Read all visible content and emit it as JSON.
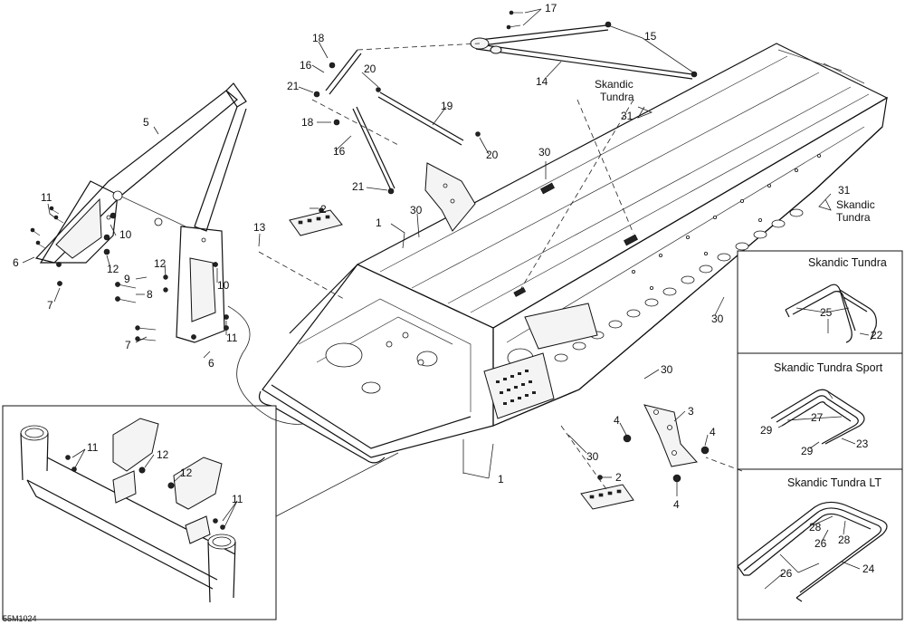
{
  "diagram_code": "55M1024",
  "insets": {
    "skandic_tundra": "Skandic Tundra",
    "skandic_tundra_sport": "Skandic Tundra Sport",
    "skandic_tundra_lt": "Skandic Tundra LT"
  },
  "callouts": {
    "n1": "1",
    "n2": "2",
    "n3": "3",
    "n4": "4",
    "n5": "5",
    "n6": "6",
    "n7": "7",
    "n8": "8",
    "n9": "9",
    "n10": "10",
    "n11": "11",
    "n12": "12",
    "n13": "13",
    "n14": "14",
    "n15": "15",
    "n16": "16",
    "n17": "17",
    "n18": "18",
    "n19": "19",
    "n20": "20",
    "n21": "21",
    "n22": "22",
    "n23": "23",
    "n24": "24",
    "n25": "25",
    "n26": "26",
    "n27": "27",
    "n28": "28",
    "n29": "29",
    "n30": "30",
    "n31": "31"
  },
  "model_labels": {
    "skandic": "Skandic",
    "tundra": "Tundra"
  }
}
